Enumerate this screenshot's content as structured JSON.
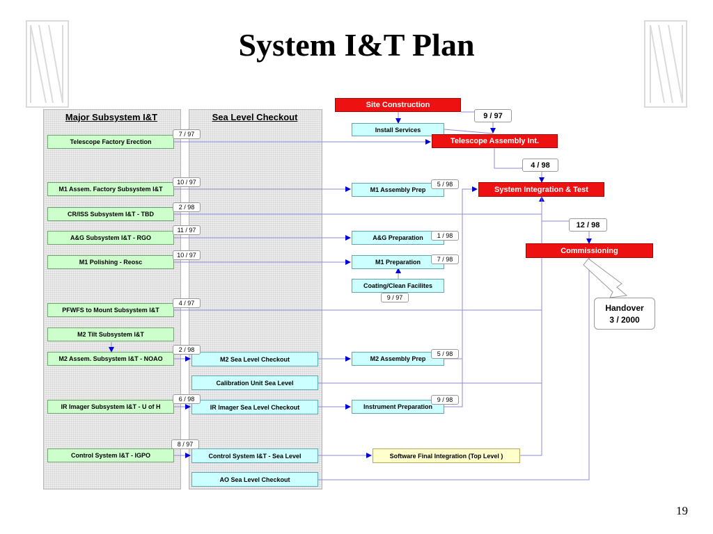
{
  "title": "System I&T Plan",
  "page_number": "19",
  "columns": {
    "major": "Major Subsystem I&T",
    "sea": "Sea Level Checkout"
  },
  "boxes": {
    "telescope_factory": "Telescope  Factory Erection",
    "m1_assem_factory": "M1 Assem. Factory Subsystem I&T",
    "criss": "CR/ISS Subsystem I&T - TBD",
    "ag_subsystem": "A&G Subsystem I&T - RGO",
    "m1_polishing": "M1 Polishing - Reosc",
    "pfwfs": "PFWFS to Mount Subsystem I&T",
    "m2_tilt": "M2 Tilt Subsystem I&T",
    "m2_assem": "M2 Assem. Subsystem I&T - NOAO",
    "ir_imager": "IR Imager Subsystem I&T - U of H",
    "control_system": "Control System I&T - IGPO",
    "m2_sea": "M2 Sea Level Checkout",
    "calib_sea": "Calibration Unit Sea Level",
    "ir_sea": "IR Imager Sea Level Checkout",
    "control_sea": "Control System I&T - Sea Level",
    "ao_sea": "AO Sea Level Checkout",
    "install_services": "Install Services",
    "m1_assembly_prep": "M1 Assembly  Prep",
    "ag_prep": "A&G Preparation",
    "m1_prep": "M1 Preparation",
    "coating": "Coating/Clean Facilites",
    "m2_assembly_prep": "M2 Assembly  Prep",
    "instrument_prep": "Instrument Preparation",
    "software_final": "Software Final Integration (Top Level )",
    "site_construction": "Site Construction",
    "telescope_assembly": "Telescope Assembly  Int.",
    "system_integration": "System Integration & Test",
    "commissioning": "Commissioning"
  },
  "dates": {
    "telescope_factory": "7 / 97",
    "m1_assem_factory": "10 / 97",
    "criss": "2 / 98",
    "ag_subsystem": "11 / 97",
    "m1_polishing": "10 / 97",
    "pfwfs": "4 / 97",
    "m2_assem": "2 / 98",
    "ir_imager": "6 / 98",
    "control_system": "8 / 97",
    "m1_assembly_prep": "5 / 98",
    "ag_prep": "1 / 98",
    "m1_prep": "7 / 98",
    "coating": "9 / 97",
    "m2_assembly_prep": "5 / 98",
    "instrument_prep": "9 / 98",
    "site": "9 / 97",
    "telescope_assembly": "4 / 98",
    "system_integration": "12 / 98"
  },
  "handover": {
    "line1": "Handover",
    "line2": "3 / 2000"
  },
  "colors": {
    "green": "#ccffcc",
    "cyan": "#ccffff",
    "yellow": "#ffffcc",
    "red": "#ee1111",
    "arrow": "#0000dd"
  }
}
